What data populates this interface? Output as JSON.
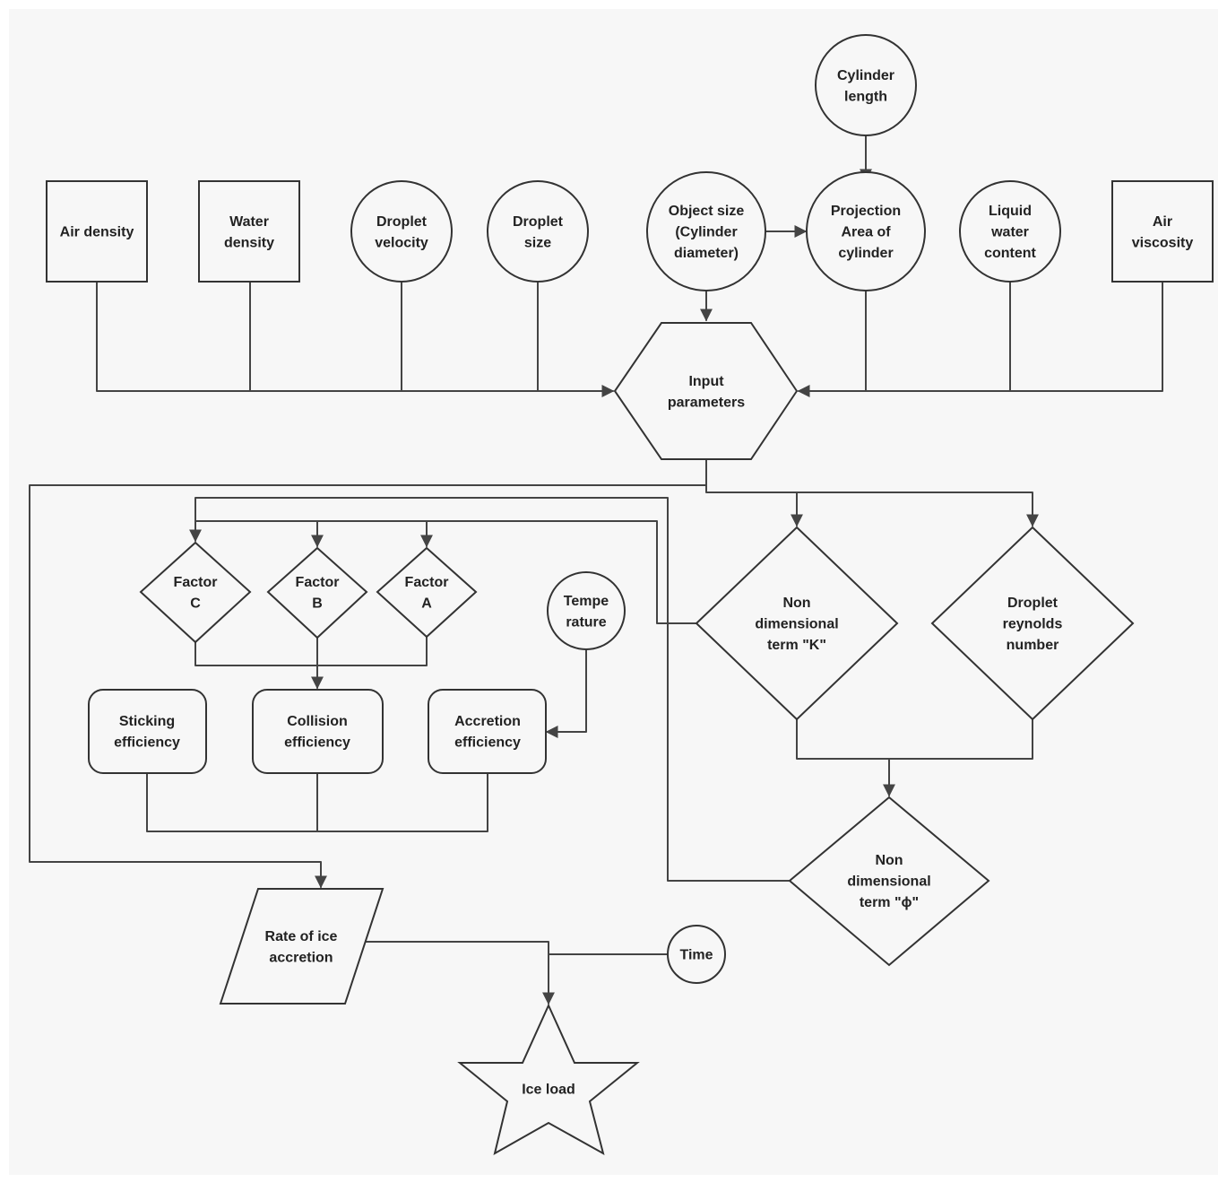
{
  "nodes": {
    "air_density": [
      "Air density"
    ],
    "water_density": [
      "Water",
      "density"
    ],
    "droplet_velocity": [
      "Droplet",
      "velocity"
    ],
    "droplet_size": [
      "Droplet",
      "size"
    ],
    "object_size": [
      "Object size",
      "(Cylinder",
      "diameter)"
    ],
    "cylinder_length": [
      "Cylinder",
      "length"
    ],
    "projection_area": [
      "Projection",
      "Area of",
      "cylinder"
    ],
    "liquid_water_content": [
      "Liquid",
      "water",
      "content"
    ],
    "air_viscosity": [
      "Air",
      "viscosity"
    ],
    "input_parameters": [
      "Input",
      "parameters"
    ],
    "factor_c": [
      "Factor",
      "C"
    ],
    "factor_b": [
      "Factor",
      "B"
    ],
    "factor_a": [
      "Factor",
      "A"
    ],
    "temperature": [
      "Tempe",
      "rature"
    ],
    "non_dim_k": [
      "Non",
      "dimensional",
      "term \"K\""
    ],
    "droplet_reynolds": [
      "Droplet",
      "reynolds",
      "number"
    ],
    "sticking_efficiency": [
      "Sticking",
      "efficiency"
    ],
    "collision_efficiency": [
      "Collision",
      "efficiency"
    ],
    "accretion_efficiency": [
      "Accretion",
      "efficiency"
    ],
    "non_dim_phi": [
      "Non",
      "dimensional",
      "term \"ϕ\""
    ],
    "rate_of_ice_accretion": [
      "Rate of ice",
      "accretion"
    ],
    "time": [
      "Time"
    ],
    "ice_load": [
      "Ice load"
    ]
  },
  "edges": [
    [
      "air_density",
      "input_parameters"
    ],
    [
      "water_density",
      "input_parameters"
    ],
    [
      "droplet_velocity",
      "input_parameters"
    ],
    [
      "droplet_size",
      "input_parameters"
    ],
    [
      "object_size",
      "input_parameters"
    ],
    [
      "object_size",
      "projection_area"
    ],
    [
      "cylinder_length",
      "projection_area"
    ],
    [
      "projection_area",
      "input_parameters"
    ],
    [
      "liquid_water_content",
      "input_parameters"
    ],
    [
      "air_viscosity",
      "input_parameters"
    ],
    [
      "input_parameters",
      "non_dim_k"
    ],
    [
      "input_parameters",
      "droplet_reynolds"
    ],
    [
      "input_parameters",
      "rate_of_ice_accretion"
    ],
    [
      "non_dim_k",
      "factor_a"
    ],
    [
      "non_dim_k",
      "factor_b"
    ],
    [
      "non_dim_k",
      "factor_c"
    ],
    [
      "non_dim_phi",
      "factor_c"
    ],
    [
      "non_dim_k",
      "non_dim_phi"
    ],
    [
      "droplet_reynolds",
      "non_dim_phi"
    ],
    [
      "factor_a",
      "collision_efficiency"
    ],
    [
      "factor_b",
      "collision_efficiency"
    ],
    [
      "factor_c",
      "collision_efficiency"
    ],
    [
      "temperature",
      "accretion_efficiency"
    ],
    [
      "sticking_efficiency",
      "rate_of_ice_accretion"
    ],
    [
      "collision_efficiency",
      "rate_of_ice_accretion"
    ],
    [
      "accretion_efficiency",
      "rate_of_ice_accretion"
    ],
    [
      "rate_of_ice_accretion",
      "ice_load"
    ],
    [
      "time",
      "ice_load"
    ]
  ],
  "colors": {
    "stroke": "#333333",
    "fill": "#f7f7f7",
    "text": "#222222"
  }
}
